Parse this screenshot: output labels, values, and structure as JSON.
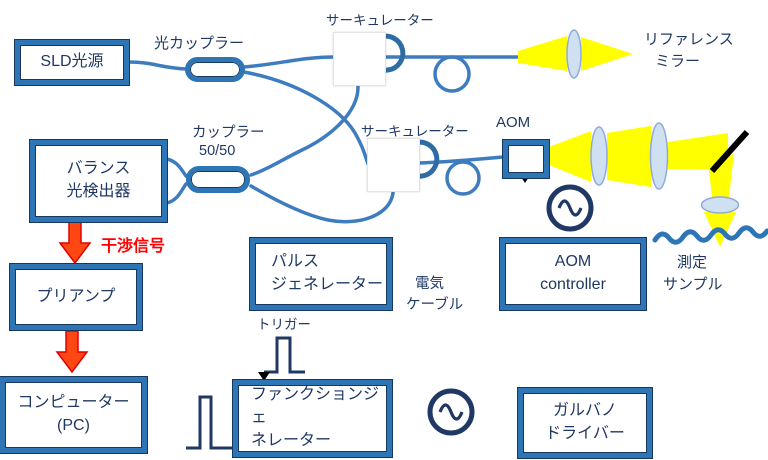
{
  "figure": {
    "kind": "fiber-optic-heterodyne-interferometer-diagram",
    "colors": {
      "box_border": "#2E75B6",
      "box_border_thin": "#17375E",
      "label_text": "#1F3864",
      "fiber": "#3E7CC0",
      "beam": "#FFFF00",
      "lens": "#CFE0F1",
      "mirror": "#000000",
      "interference_text": "#FF0000",
      "red_arrow": "#FF4714",
      "circulator_icon": "#2E6DA4"
    },
    "source": {
      "label": "SLD光源"
    },
    "coupler1": {
      "label": "光カップラー"
    },
    "circulator1": {
      "label": "サーキュレーター"
    },
    "reference": {
      "line1": "リファレンス",
      "line2": "ミラー"
    },
    "coupler2": {
      "label_line1": "カップラー",
      "label_line2": "50/50"
    },
    "balanced_detector": {
      "line1": "バランス",
      "line2": "光検出器"
    },
    "circulator2": {
      "label": "サーキュレーター"
    },
    "aom": {
      "label": "AOM"
    },
    "sample": {
      "line1": "測定",
      "line2": "サンプル"
    },
    "interference_signal": {
      "label": "干渉信号"
    },
    "preamp": {
      "label": "プリアンプ"
    },
    "computer": {
      "line1": "コンピューター",
      "line2": "(PC)"
    },
    "pulse_generator": {
      "line1": "パルス",
      "line2": "ジェネレーター"
    },
    "trigger": {
      "label": "トリガー"
    },
    "cable": {
      "line1": "電気",
      "line2": "ケーブル"
    },
    "aom_controller": {
      "line1": "AOM",
      "line2": "controller"
    },
    "function_generator": {
      "line1": "ファンクションジェ",
      "line2": "ネレーター"
    },
    "galvano_driver": {
      "line1": "ガルバノ",
      "line2": "ドライバー"
    },
    "icons": {
      "circulator_icon": "clockwise-circular-arrow",
      "oscillator_icon": "sine-wave-in-circle",
      "pulse_icon": "rectangular-pulse-waveform",
      "fiber_loop_icon": "fiber-coil-loop"
    }
  }
}
